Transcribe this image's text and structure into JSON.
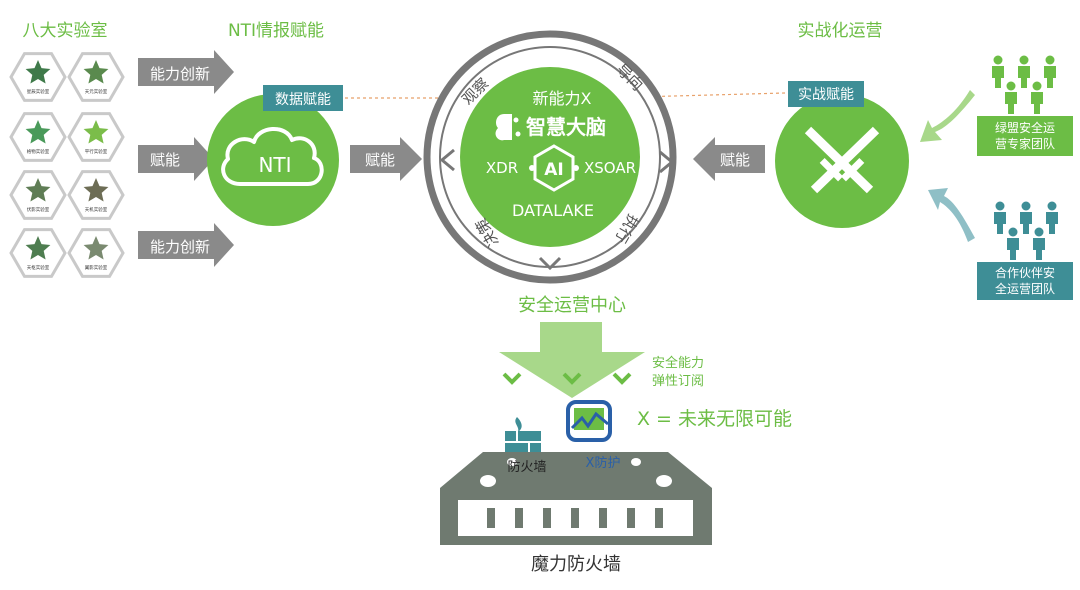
{
  "sections": {
    "labs_title": "八大实验室",
    "nti_title": "NTI情报赋能",
    "ops_title": "实战化运营"
  },
  "labs": {
    "badges": [
      "星辰实验室",
      "天元实验室",
      "格物实验室",
      "平行实验室",
      "伏影实验室",
      "天机实验室",
      "天枢实验室",
      "翼影实验室"
    ]
  },
  "arrows": {
    "innovation_top": "能力创新",
    "empower_left": "赋能",
    "innovation_bottom": "能力创新",
    "nti_to_core": "赋能",
    "ops_to_core": "赋能"
  },
  "nti": {
    "data_tag": "数据赋能",
    "cloud_label": "NTI"
  },
  "core": {
    "ring_observe": "观察",
    "ring_orient": "导向",
    "ring_decide": "决策",
    "ring_act": "执行",
    "new_capability": "新能力X",
    "brain": "智慧大脑",
    "ai": "AI",
    "xdr": "XDR",
    "xsoar": "XSOAR",
    "datalake": "DATALAKE"
  },
  "ops": {
    "tag": "实战赋能",
    "team1": [
      "绿盟安全运",
      "营专家团队"
    ],
    "team2": [
      "合作伙伴安",
      "全运营团队"
    ]
  },
  "soc": {
    "title": "安全运营中心",
    "subscribe": [
      "安全能力",
      "弹性订阅"
    ],
    "x_formula": "X = 未来无限可能"
  },
  "firewall": {
    "fw_label": "防火墙",
    "xprotect_label": "X防护",
    "device_title": "魔力防火墙"
  },
  "colors": {
    "green": "#6cbd45",
    "teal_tag": "#3e8e96",
    "gray_arrow": "#8a8a8a",
    "device": "#6f7a70",
    "light_green": "#a8d88a"
  }
}
